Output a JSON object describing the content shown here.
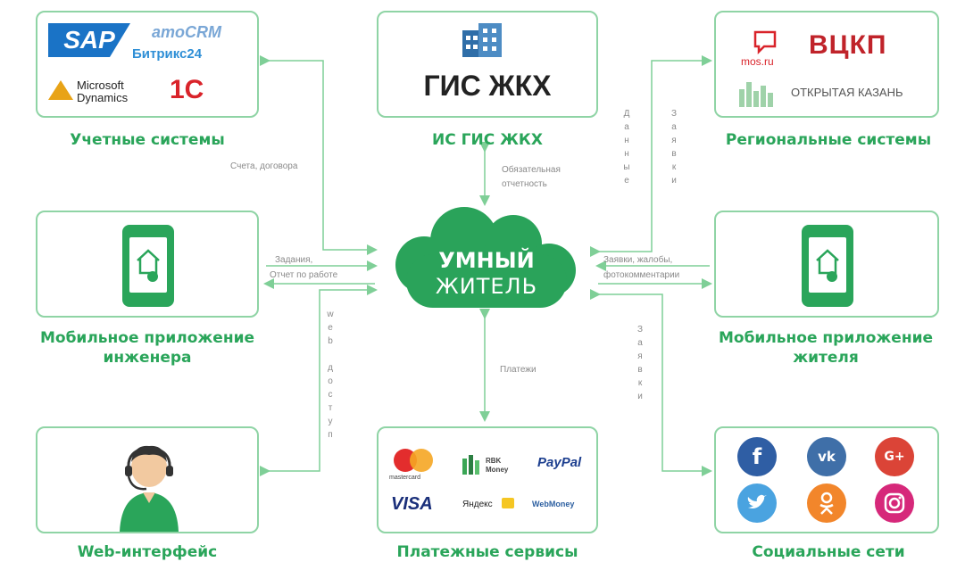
{
  "center": {
    "line1": "УМНЫЙ",
    "line2": "ЖИТЕЛЬ"
  },
  "nodes": {
    "accounting": {
      "caption": "Учетные системы",
      "logos": [
        "SAP",
        "amoCRM",
        "Битрикс24",
        "Microsoft",
        "Dynamics",
        "1С"
      ]
    },
    "gis": {
      "caption": "ИС ГИС ЖКХ",
      "logo_text": "ГИС ЖКХ"
    },
    "regional": {
      "caption": "Региональные системы",
      "logos": [
        "mos.ru",
        "ВЦКП",
        "ОТКРЫТАЯ КАЗАНЬ"
      ]
    },
    "engineer_app": {
      "caption_line1": "Мобильное приложение",
      "caption_line2": "инженера"
    },
    "resident_app": {
      "caption_line1": "Мобильное приложение",
      "caption_line2": "жителя"
    },
    "web": {
      "caption": "Web-интерфейс"
    },
    "payments": {
      "caption": "Платежные сервисы",
      "logos": [
        "mastercard",
        "RBK Money",
        "PayPal",
        "VISA",
        "Яндекс",
        "WebMoney"
      ]
    },
    "social": {
      "caption": "Социальные сети",
      "icons": [
        "f",
        "vk",
        "G+",
        "twitter",
        "ok",
        "instagram"
      ]
    }
  },
  "edges": {
    "accounting": "Счета, договора",
    "gis_line1": "Обязательная",
    "gis_line2": "отчетность",
    "regional_data": "Данные",
    "regional_requests": "Заявки",
    "engineer_line1": "Задания,",
    "engineer_line2": "Отчет по работе",
    "resident_line1": "Заявки, жалобы,",
    "resident_line2": "фотокомментарии",
    "web": "web доступ",
    "payments": "Платежи",
    "social": "Заявки"
  },
  "colors": {
    "green": "#2aa55a",
    "border": "#8fd4a5",
    "line": "#7fcf97",
    "cloud": "#2aa35a"
  }
}
